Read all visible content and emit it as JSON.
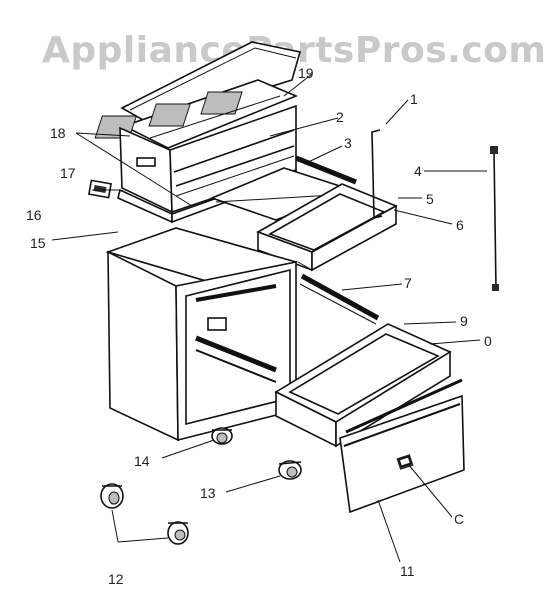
{
  "watermark": "AppliancePartsPros.com",
  "callouts": {
    "c1": "1",
    "c2": "2",
    "c3": "3",
    "c4": "4",
    "c5": "5",
    "c6": "6",
    "c7": "7",
    "c9": "9",
    "c10": "0",
    "c11": "11",
    "c12": "12",
    "c13": "13",
    "c14": "14",
    "c15": "15",
    "c16": "16",
    "c17": "17",
    "c18": "18",
    "c19": "19",
    "c_lock": "C"
  }
}
